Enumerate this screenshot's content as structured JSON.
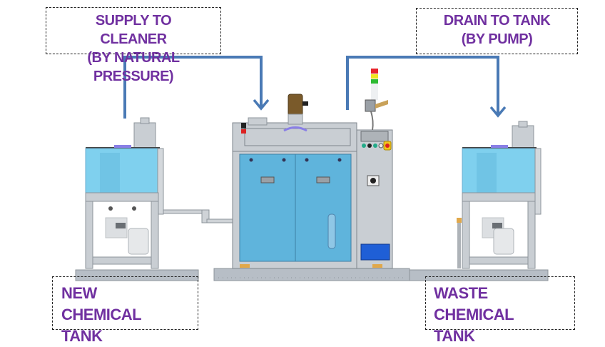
{
  "labels": {
    "supply": {
      "lines": [
        "SUPPLY TO",
        "CLEANER",
        "(BY NATURAL",
        "PRESSURE)"
      ]
    },
    "drain": {
      "lines": [
        "DRAIN TO TANK",
        "(BY PUMP)"
      ]
    },
    "new_tank": {
      "lines": [
        "NEW",
        "CHEMICAL",
        "TANK"
      ]
    },
    "waste_tank": {
      "lines": [
        "WASTE",
        "CHEMICAL",
        "TANK"
      ]
    }
  },
  "colors": {
    "label_text": "#7030a0",
    "flow_arrow": "#4a7ab5",
    "tank_liquid": "#7fd0ee",
    "frame": "#b9c0c7",
    "door_glass": "#5fb4dc",
    "signal_red": "#e8232b",
    "signal_yellow": "#f1e51f",
    "signal_green": "#2dbb32",
    "panel_blue": "#1f5fd6"
  },
  "components": {
    "left_tank": "new-chemical-tank",
    "cleaner": "cleaner-machine",
    "right_tank": "waste-chemical-tank"
  }
}
